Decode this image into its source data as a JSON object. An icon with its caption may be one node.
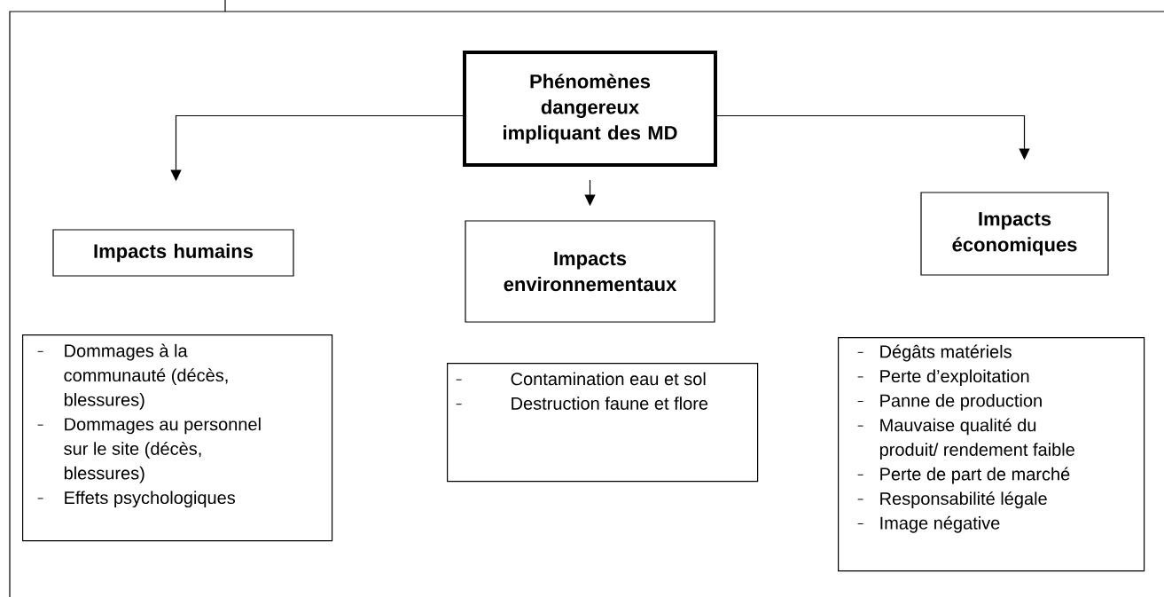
{
  "diagram": {
    "nodes": [
      {
        "text": [
          "Phénomènes dangereux impliquant des MD"
        ]
      },
      {
        "text": [
          "Impacts humains"
        ]
      },
      {
        "text": [
          "Impacts environnementaux"
        ]
      },
      {
        "text": [
          "Impacts économiques"
        ]
      },
      {
        "text": [
          "Dommages à la communauté (décès, blessures)",
          "Dommages au personnel sur le site (décès, blessures)",
          "Effets psychologiques"
        ]
      },
      {
        "text": [
          "Contamination eau et sol",
          "Destruction faune et flore"
        ]
      },
      {
        "text": [
          "Dégâts matériels",
          "Perte d’exploitation",
          "Panne de production",
          "Mauvaise qualité du produit/ rendement faible",
          "Perte de part de marché",
          "Responsabilité légale",
          "Image négative"
        ]
      }
    ],
    "edges": [
      {
        "from": 0,
        "to": 1,
        "arrow": "to"
      },
      {
        "from": 0,
        "to": 2,
        "arrow": "to"
      },
      {
        "from": 0,
        "to": 3,
        "arrow": "to"
      }
    ]
  }
}
